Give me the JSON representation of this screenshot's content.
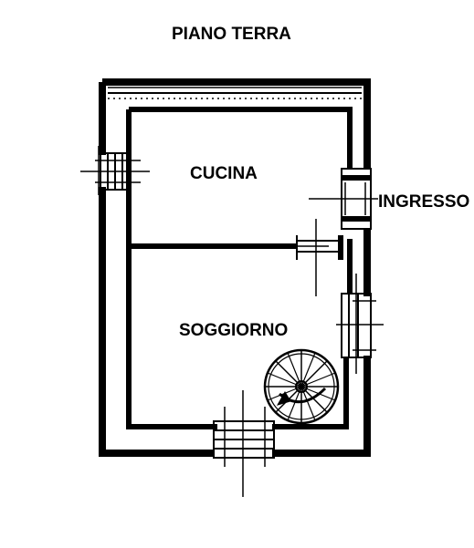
{
  "plan": {
    "title": "PIANO TERRA",
    "rooms": {
      "cucina": "CUCINA",
      "soggiorno": "SOGGIORNO",
      "ingresso": "INGRESSO"
    }
  },
  "colors": {
    "ink": "#000000",
    "background": "#ffffff"
  }
}
